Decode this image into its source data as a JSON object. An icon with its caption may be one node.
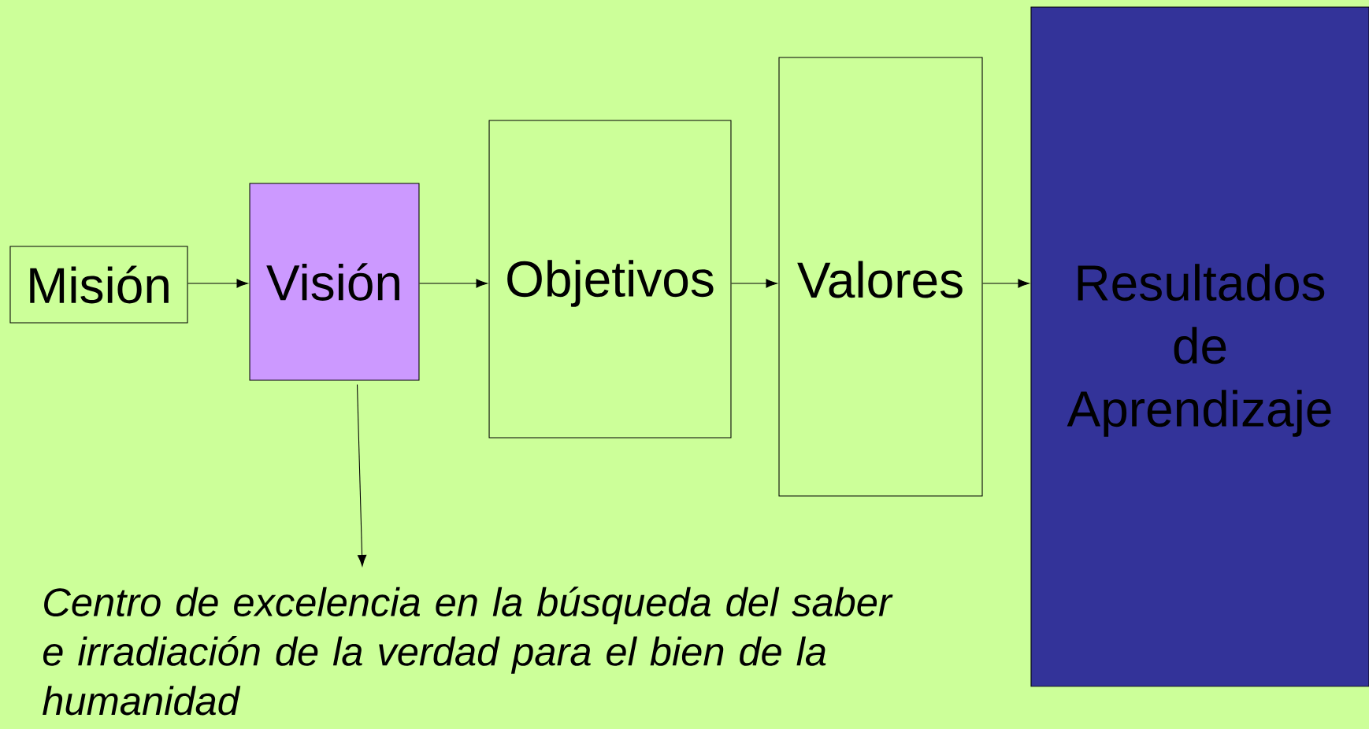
{
  "diagram": {
    "nodes": [
      {
        "text": [
          "Misión"
        ]
      },
      {
        "text": [
          "Visión"
        ]
      },
      {
        "text": [
          "Objetivos"
        ]
      },
      {
        "text": [
          "Valores"
        ]
      },
      {
        "text": [
          "Resultados de Aprendizaje"
        ]
      },
      {
        "text": [
          "Centro de excelencia en la búsqueda del saber e irradiación de la verdad para el bien de la humanidad"
        ]
      }
    ],
    "edges": [
      {
        "from": 0,
        "to": 1,
        "arrow": "to"
      },
      {
        "from": 1,
        "to": 2,
        "arrow": "to"
      },
      {
        "from": 2,
        "to": 3,
        "arrow": "to"
      },
      {
        "from": 3,
        "to": 4,
        "arrow": "to"
      },
      {
        "from": 1,
        "to": 5,
        "arrow": "to"
      }
    ]
  }
}
